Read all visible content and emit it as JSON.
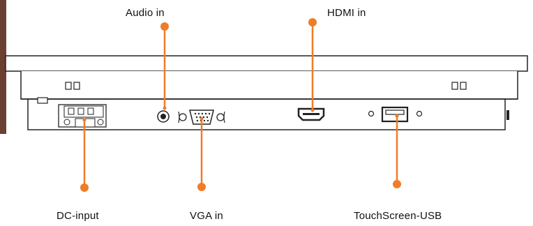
{
  "labels": {
    "audio_in": "Audio in",
    "hdmi_in": "HDMI in",
    "dc_input": "DC-input",
    "vga_in": "VGA in",
    "touchscreen_usb": "TouchScreen-USB"
  },
  "colors": {
    "callout": "#f07c28",
    "outline": "#222222",
    "side_strip": "#6b4030"
  },
  "icons": {
    "callout_marker": "orange-dot",
    "vent_mark": "double-square"
  }
}
